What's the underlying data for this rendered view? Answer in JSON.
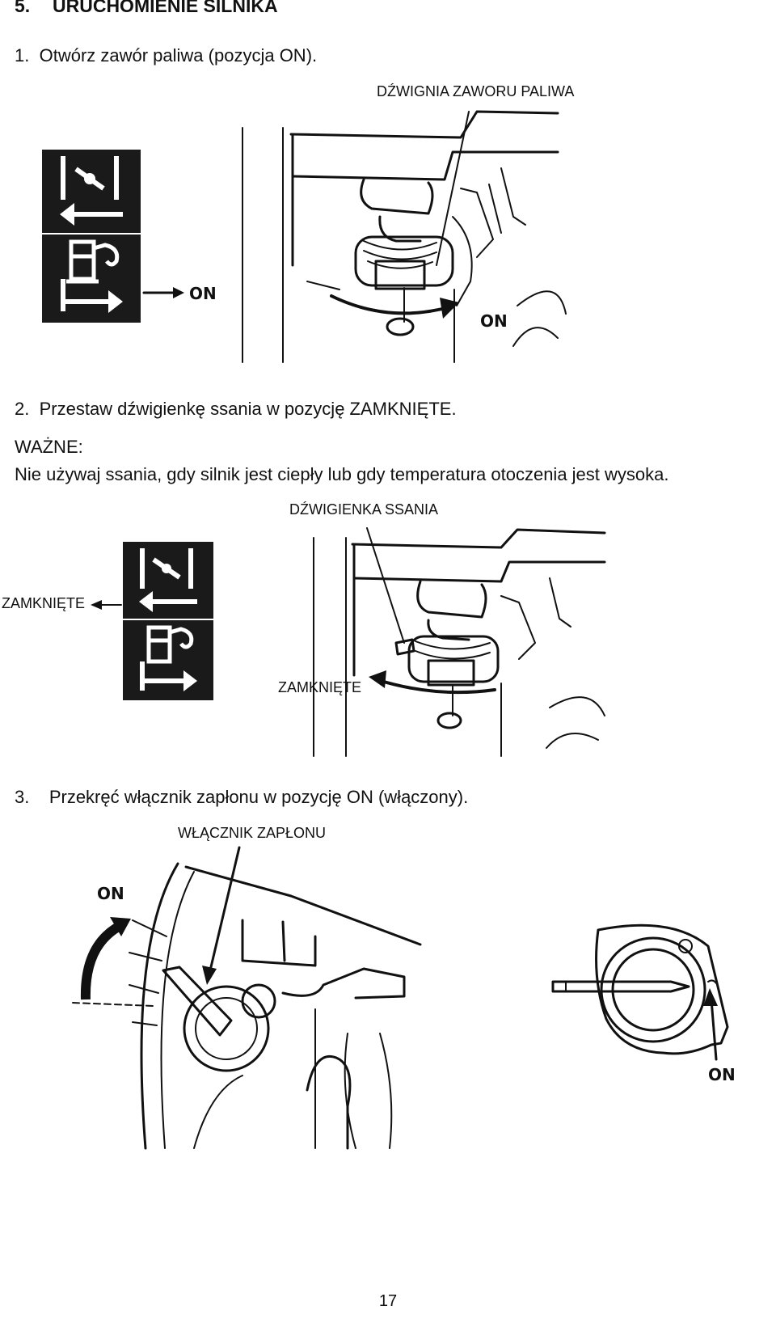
{
  "section": {
    "number": "5.",
    "title": "URUCHOMIENIE SILNIKA"
  },
  "steps": [
    {
      "number": "1.",
      "text": "Otwórz zawór paliwa (pozycja ON).",
      "callout": "DŹWIGNIA ZAWORU PALIWA",
      "on_label": "ON",
      "on_label_engine": "ON"
    },
    {
      "number": "2.",
      "text": "Przestaw dźwigienkę ssania w pozycję ZAMKNIĘTE.",
      "callout": "DŹWIGIENKA SSANIA",
      "closed_label_decal": "ZAMKNIĘTE",
      "closed_label_engine": "ZAMKNIĘTE"
    },
    {
      "number": "3.",
      "text": "Przekręć włącznik zapłonu w pozycję ON (włączony).",
      "callout": "WŁĄCZNIK ZAPŁONU",
      "on_label_left": "ON",
      "on_label_right": "ON"
    }
  ],
  "warning": {
    "title": "WAŻNE:",
    "text": "Nie używaj ssania, gdy silnik jest ciepły lub gdy temperatura otoczenia jest wysoka."
  },
  "page_number": "17"
}
